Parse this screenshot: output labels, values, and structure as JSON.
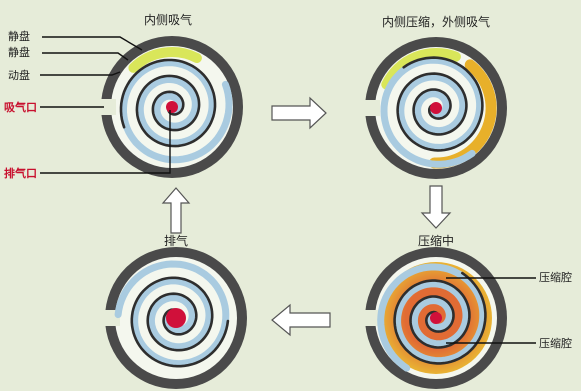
{
  "stages": {
    "top_left": {
      "title": "内侧吸气"
    },
    "top_right": {
      "title": "内侧压缩，外侧吸气"
    },
    "bottom_right": {
      "title": "压缩中"
    },
    "bottom_left": {
      "title": "排气"
    }
  },
  "labels": {
    "static_plate_1": "静盘",
    "static_plate_2": "静盘",
    "moving_plate": "动盘",
    "suction_port": "吸气口",
    "discharge_port": "排气口",
    "compression_chamber_1": "压缩腔",
    "compression_chamber_2": "压缩腔"
  },
  "colors": {
    "background": "#e6ecd9",
    "housing": "#4a4a4a",
    "scroll_fill": "#f4f7ee",
    "spiral_blue": "#a9cbe0",
    "spiral_dark": "#2e2e2e",
    "discharge_red": "#d0103a",
    "suction_yellow": "#d9e65a",
    "compress_orange": "#e8b02a",
    "compress_red": "#e0642a",
    "label_red": "#c8102e"
  },
  "icons": [
    "right-arrow-icon",
    "down-arrow-icon",
    "left-arrow-icon",
    "up-arrow-icon"
  ]
}
